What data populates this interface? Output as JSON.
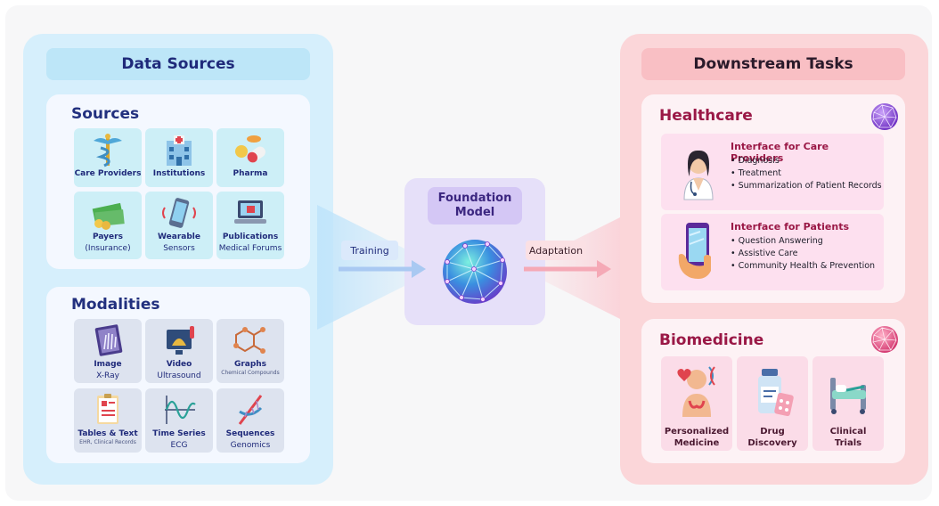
{
  "left": {
    "title": "Data Sources",
    "sources": {
      "title": "Sources",
      "items": [
        {
          "line1": "Care Providers",
          "line2": "",
          "icon": "caduceus-icon"
        },
        {
          "line1": "Institutions",
          "line2": "",
          "icon": "hospital-icon"
        },
        {
          "line1": "Pharma",
          "line2": "",
          "icon": "pills-icon"
        },
        {
          "line1": "Payers",
          "line2": "(Insurance)",
          "icon": "money-icon"
        },
        {
          "line1": "Wearable",
          "line2": "Sensors",
          "icon": "smartphone-icon"
        },
        {
          "line1": "Publications",
          "line2": "Medical Forums",
          "icon": "laptop-icon"
        }
      ]
    },
    "modalities": {
      "title": "Modalities",
      "items": [
        {
          "line1": "Image",
          "line2": "X-Ray",
          "sub": "",
          "icon": "xray-icon"
        },
        {
          "line1": "Video",
          "line2": "Ultrasound",
          "sub": "",
          "icon": "ultrasound-icon"
        },
        {
          "line1": "Graphs",
          "line2": "",
          "sub": "Chemical Compounds",
          "icon": "molecule-icon"
        },
        {
          "line1": "Tables & Text",
          "line2": "",
          "sub": "EHR, Clinical Records",
          "icon": "clipboard-icon"
        },
        {
          "line1": "Time Series",
          "line2": "ECG",
          "sub": "",
          "icon": "waveform-icon"
        },
        {
          "line1": "Sequences",
          "line2": "Genomics",
          "sub": "",
          "icon": "dna-icon"
        }
      ]
    }
  },
  "center": {
    "model_line1": "Foundation",
    "model_line2": "Model",
    "training": "Training",
    "adaptation": "Adaptation"
  },
  "right": {
    "title": "Downstream Tasks",
    "healthcare": {
      "title": "Healthcare",
      "care": {
        "title": "Interface for Care Providers",
        "items": [
          "Diagnosis",
          "Treatment",
          "Summarization of Patient Records"
        ]
      },
      "patients": {
        "title": "Interface for Patients",
        "items": [
          "Question Answering",
          "Assistive Care",
          "Community Health & Prevention"
        ]
      }
    },
    "biomedicine": {
      "title": "Biomedicine",
      "items": [
        {
          "line1": "Personalized",
          "line2": "Medicine"
        },
        {
          "line1": "Drug",
          "line2": "Discovery"
        },
        {
          "line1": "Clinical",
          "line2": "Trials"
        }
      ]
    }
  }
}
